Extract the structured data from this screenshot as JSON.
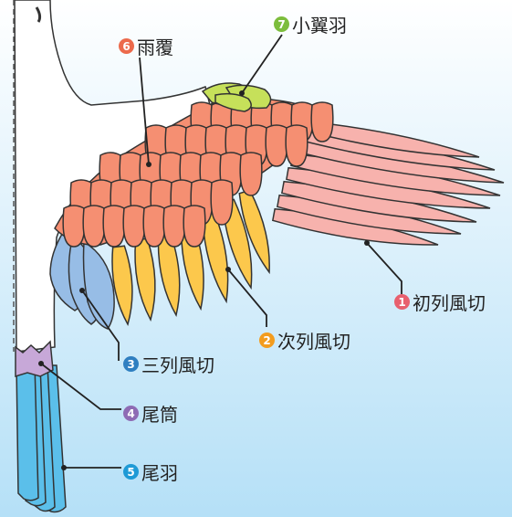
{
  "labels": [
    {
      "id": "primaries",
      "num": "1",
      "text": "初列風切",
      "color": "#e8606e"
    },
    {
      "id": "secondaries",
      "num": "2",
      "text": "次列風切",
      "color": "#f39c1e"
    },
    {
      "id": "tertials",
      "num": "3",
      "text": "三列風切",
      "color": "#2f7fc1"
    },
    {
      "id": "uppertail",
      "num": "4",
      "text": "尾筒",
      "color": "#8e6bb4"
    },
    {
      "id": "tail",
      "num": "5",
      "text": "尾羽",
      "color": "#1e9ad6"
    },
    {
      "id": "coverts",
      "num": "6",
      "text": "雨覆",
      "color": "#ec6a4c"
    },
    {
      "id": "alula",
      "num": "7",
      "text": "小翼羽",
      "color": "#7cbd3c"
    }
  ],
  "fill_colors": {
    "sky_top": "#ffffff",
    "sky_bottom": "#b5e0f7",
    "primaries": "#f7b2ad",
    "secondaries": "#fcc84c",
    "tertials": "#97bde6",
    "coverts": "#f58f72",
    "alula": "#c6e05a",
    "tail": "#5bbfea",
    "uppertail": "#c7a8d8",
    "body": "#ffffff",
    "outline": "#333333"
  }
}
